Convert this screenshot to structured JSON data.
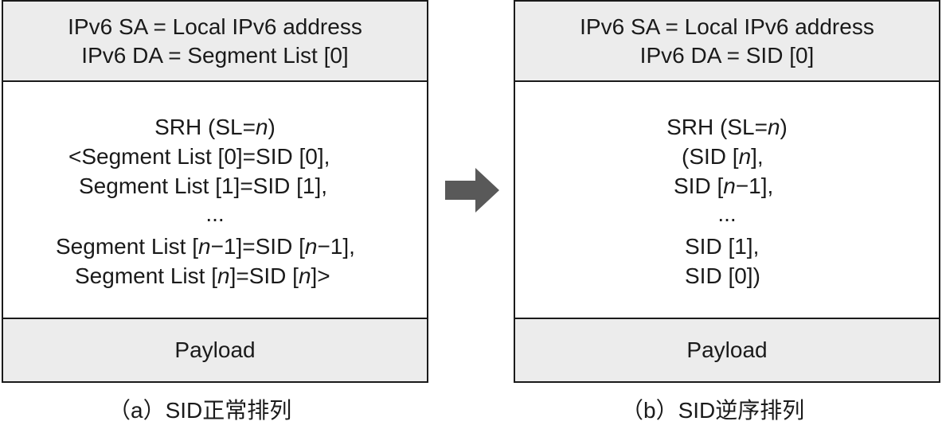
{
  "panel_a": {
    "header_line1": "IPv6 SA = Local IPv6 address",
    "header_line2": "IPv6 DA = Segment List [0]",
    "srh_lines": [
      "SRH (SL=n)",
      "<Segment List [0]=SID [0],",
      "Segment List [1]=SID [1],",
      "...",
      "Segment List [n−1]=SID [n−1],",
      "Segment List [n]=SID [n]>"
    ],
    "payload": "Payload",
    "caption": "（a）SID正常排列"
  },
  "panel_b": {
    "header_line1": "IPv6 SA = Local IPv6 address",
    "header_line2": "IPv6 DA = SID [0]",
    "srh_lines": [
      "SRH (SL=n)",
      "(SID [n],",
      "SID [n−1],",
      "...",
      "SID [1],",
      "SID [0])"
    ],
    "payload": "Payload",
    "caption": "（b）SID逆序排列"
  },
  "colors": {
    "header_fill": "#ececec",
    "border": "#1a1a1a",
    "arrow": "#595959"
  },
  "icons": {
    "arrow": "right-arrow-icon"
  }
}
